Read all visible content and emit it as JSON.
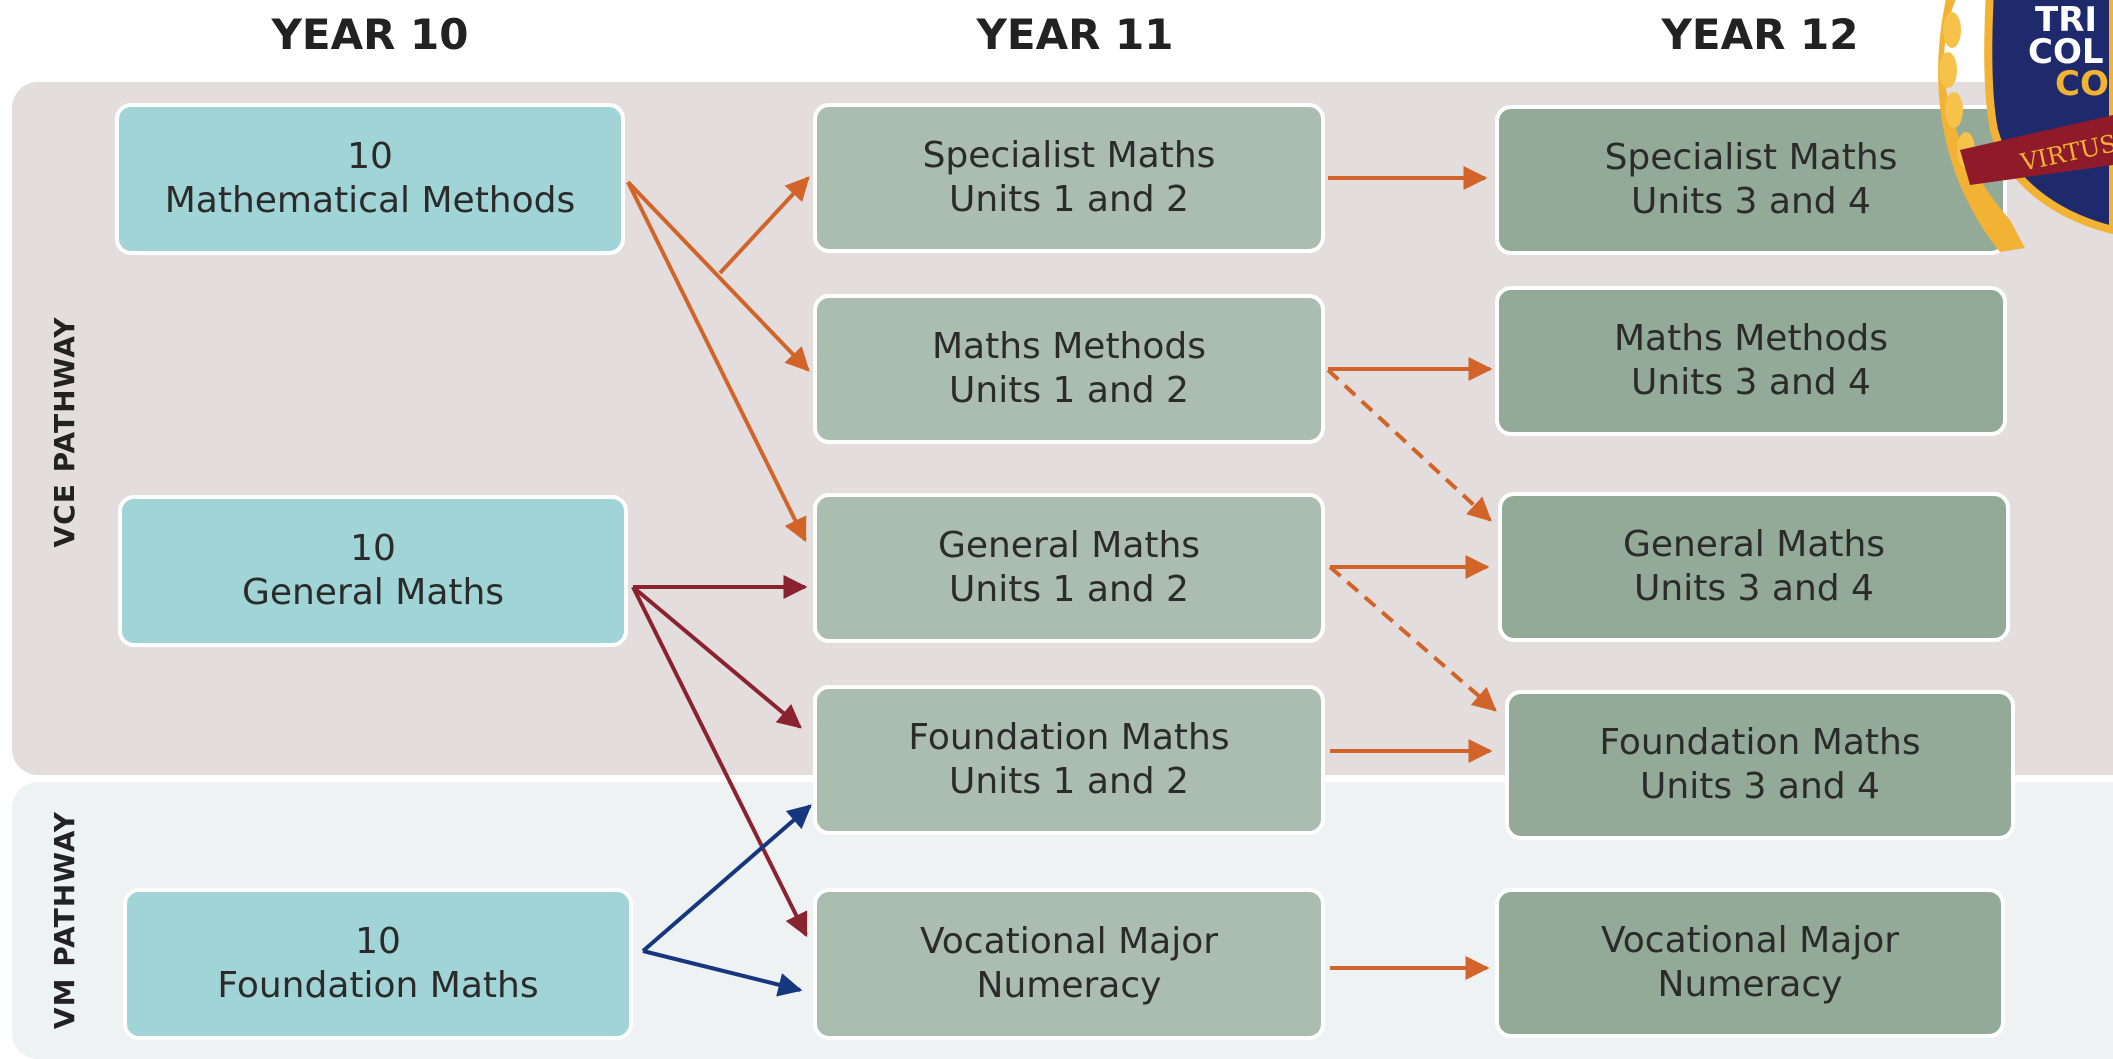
{
  "headers": {
    "year10": "YEAR 10",
    "year11": "YEAR 11",
    "year12": "YEAR 12"
  },
  "pathways": {
    "vce": "VCE PATHWAY",
    "vm": "VM PATHWAY"
  },
  "year10": {
    "methods": {
      "line1": "10",
      "line2": "Mathematical Methods"
    },
    "general": {
      "line1": "10",
      "line2": "General Maths"
    },
    "foundation": {
      "line1": "10",
      "line2": "Foundation Maths"
    }
  },
  "year11": {
    "specialist": {
      "line1": "Specialist Maths",
      "line2": "Units 1 and 2"
    },
    "methods": {
      "line1": "Maths Methods",
      "line2": "Units 1 and 2"
    },
    "general": {
      "line1": "General Maths",
      "line2": "Units 1 and 2"
    },
    "foundation": {
      "line1": "Foundation Maths",
      "line2": "Units 1 and 2"
    },
    "vm": {
      "line1": "Vocational Major",
      "line2": "Numeracy"
    }
  },
  "year12": {
    "specialist": {
      "line1": "Specialist Maths",
      "line2": "Units 3 and 4"
    },
    "methods": {
      "line1": "Maths Methods",
      "line2": "Units 3 and 4"
    },
    "general": {
      "line1": "General Maths",
      "line2": "Units 3 and 4"
    },
    "foundation": {
      "line1": "Foundation Maths",
      "line2": "Units 3 and 4"
    },
    "vm": {
      "line1": "Vocational Major",
      "line2": "Numeracy"
    }
  },
  "logo": {
    "text_lines": [
      "TRI",
      "COL",
      "CO"
    ],
    "motto": "VIRTUS"
  },
  "colors": {
    "orange_arrow": "#d2642a",
    "red_arrow": "#8b2230",
    "blue_arrow": "#16367f",
    "year10_box": "#a1d4d6",
    "year11_box": "#abbdb1",
    "year12_box": "#93aa98",
    "logo_navy": "#1e2a6b",
    "logo_gold": "#f2b233",
    "logo_red": "#8e1a2a"
  }
}
